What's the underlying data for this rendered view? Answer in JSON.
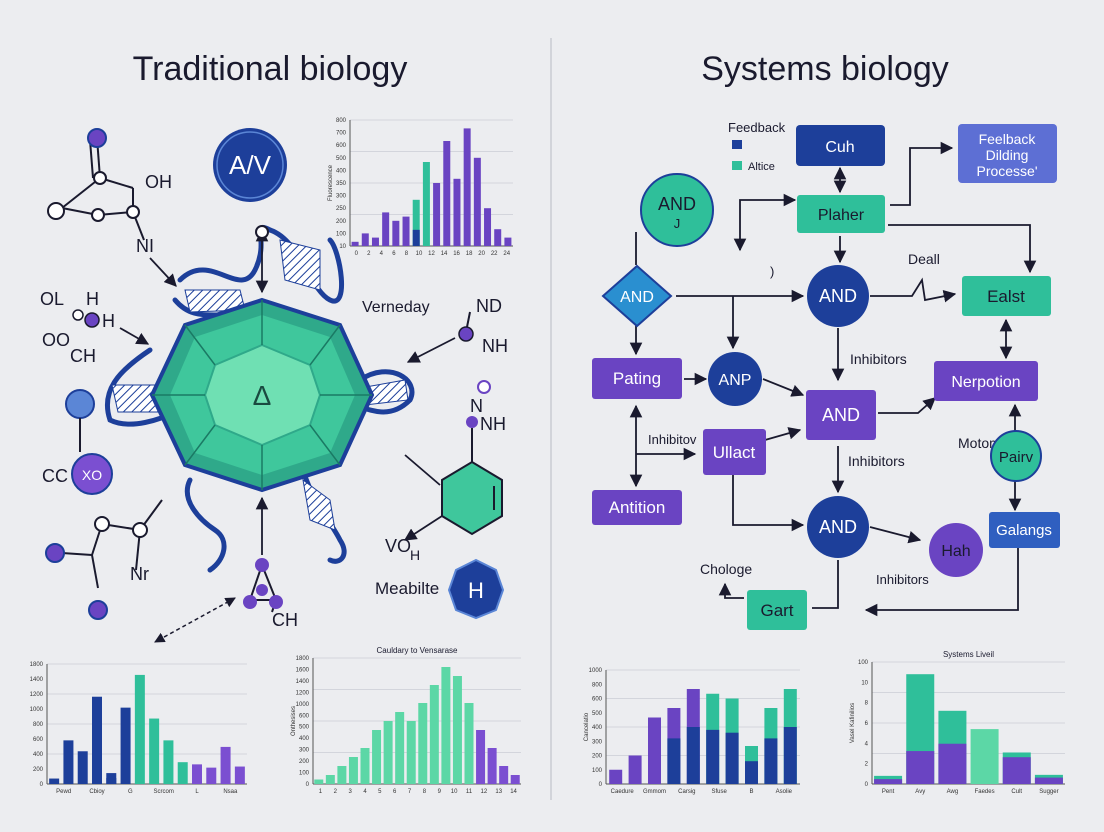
{
  "colors": {
    "background": "#ecedf0",
    "navy": "#1d3f9a",
    "teal": "#2fbf9a",
    "mint": "#5cd7a6",
    "purple": "#6a44c2",
    "violet": "#7b4fd1",
    "dark": "#1a1a2e"
  },
  "left": {
    "title": "Traditional biology",
    "badge": "A/V",
    "center_glyph": "Δ",
    "labels": {
      "oh": "OH",
      "ni": "NI",
      "ol": "OL",
      "h1": "H",
      "h2": "H",
      "oo": "OO",
      "ch1": "CH",
      "cc": "CC",
      "xo": "XO",
      "nr": "Nr",
      "verneday": "Verneday",
      "nd": "ND",
      "nh1": "NH",
      "nh2": "NH",
      "n": "N",
      "vo": "VO",
      "h3": "H",
      "meabite": "Meabilte",
      "ch2": "CH",
      "hex_glyph": "H"
    }
  },
  "right": {
    "title": "Systems biology",
    "legend": {
      "title": "Feedback",
      "item2": "Altice"
    },
    "nodes": {
      "cuh": "Cuh",
      "feedback_box": [
        "Feelback",
        "Dilding",
        "Processe'"
      ],
      "and_circle1": [
        "AND",
        "J"
      ],
      "plaher": "Plaher",
      "and_diamond": "AND",
      "and_circle2": "AND",
      "ealst": "Ealst",
      "pating": "Pating",
      "anp": "ANP",
      "and_rect": "AND",
      "nerpotion": "Nerpotion",
      "ullact": "Ullact",
      "pairv": "Pairv",
      "antition": "Antition",
      "and_circle3": "AND",
      "hah": "Hah",
      "galangs": "Galangs",
      "gart": "Gart"
    },
    "labels": {
      "deall": "Deall",
      "inhibitors1": "Inhibitors",
      "inhibitors2": "Inhibitors",
      "inhibitors3": "Inhibitors",
      "inhibitov": "Inhibitov",
      "motom": "Motom",
      "chologe": "Chologe"
    }
  },
  "chart_data": [
    {
      "type": "bar",
      "title": "",
      "ylabel": "Fluorescence",
      "yticks": [
        "10",
        "100",
        "200",
        "250",
        "300",
        "350",
        "400",
        "500",
        "600",
        "700",
        "800"
      ],
      "xticks": [
        "0",
        "2",
        "4",
        "6",
        "8",
        "10",
        "12",
        "14",
        "16",
        "18",
        "20",
        "22",
        "24"
      ],
      "values": [
        1,
        3,
        2,
        8,
        6,
        7,
        11,
        20,
        15,
        25,
        16,
        28,
        21,
        9,
        4,
        2
      ],
      "ylim": [
        0,
        30
      ]
    },
    {
      "type": "bar",
      "title": "",
      "ylabel": "",
      "yticks": [
        "0",
        "200",
        "400",
        "600",
        "800",
        "1000",
        "1200",
        "1400",
        "1800"
      ],
      "xticks": [
        "Pewd",
        "Cbioy",
        "G",
        "Scrcom",
        "L",
        "Nsaa"
      ],
      "values": [
        0.5,
        4,
        3,
        8,
        1,
        7,
        10,
        6,
        4,
        2,
        1.8,
        1.5,
        3.4,
        1.6
      ],
      "ylim": [
        0,
        11
      ]
    },
    {
      "type": "bar",
      "title": "Cauldary to Vensarase",
      "ylabel": "Onthesises",
      "yticks": [
        "0",
        "100",
        "200",
        "300",
        "400",
        "500",
        "600",
        "1000",
        "1200",
        "1400",
        "1600",
        "1800"
      ],
      "xticks": [
        "1",
        "2",
        "3",
        "4",
        "5",
        "6",
        "7",
        "8",
        "9",
        "10",
        "11",
        "12",
        "13",
        "14"
      ],
      "values": [
        0.5,
        1,
        2,
        3,
        4,
        6,
        7,
        8,
        7,
        9,
        11,
        13,
        12,
        9,
        6,
        4,
        2,
        1
      ],
      "ylim": [
        0,
        14
      ]
    },
    {
      "type": "bar",
      "title": "",
      "ylabel": "Cancelatio",
      "yticks": [
        "0",
        "100",
        "200",
        "300",
        "400",
        "500",
        "600",
        "800",
        "1000"
      ],
      "xticks": [
        "Caedure",
        "Gmmom",
        "Carsig",
        "Sfuse",
        "B",
        "Asolie"
      ],
      "values": [
        1.5,
        3,
        7,
        8,
        10,
        9.5,
        9,
        4,
        8,
        10
      ],
      "ylim": [
        0,
        12
      ]
    },
    {
      "type": "bar",
      "title": "Systems Liveil",
      "ylabel": "Vasel Kafinilios",
      "yticks": [
        "0",
        "2",
        "4",
        "6",
        "8",
        "10",
        "100"
      ],
      "xticks": [
        "Pent",
        "Avy",
        "Awg",
        "Faedes",
        "Cult",
        "Sugger"
      ],
      "values": [
        0.8,
        10.8,
        7.2,
        5.4,
        3.1,
        0.9
      ],
      "ylim": [
        0,
        12
      ]
    }
  ]
}
